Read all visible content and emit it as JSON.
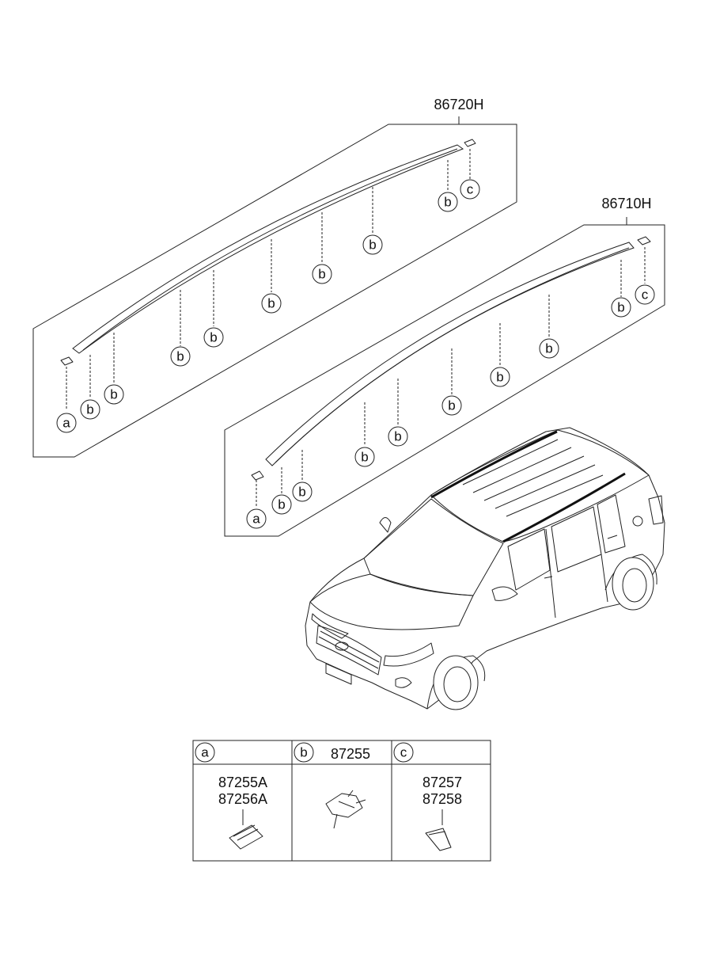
{
  "assemblies": {
    "rear": {
      "part_number": "86720H"
    },
    "front": {
      "part_number": "86710H"
    }
  },
  "callout_letters": {
    "a": "a",
    "b": "b",
    "c": "c"
  },
  "legend": {
    "col_a": {
      "letter": "a",
      "parts": [
        "87255A",
        "87256A"
      ]
    },
    "col_b": {
      "letter": "b",
      "header_part": "87255"
    },
    "col_c": {
      "letter": "c",
      "parts": [
        "87257",
        "87258"
      ]
    }
  }
}
